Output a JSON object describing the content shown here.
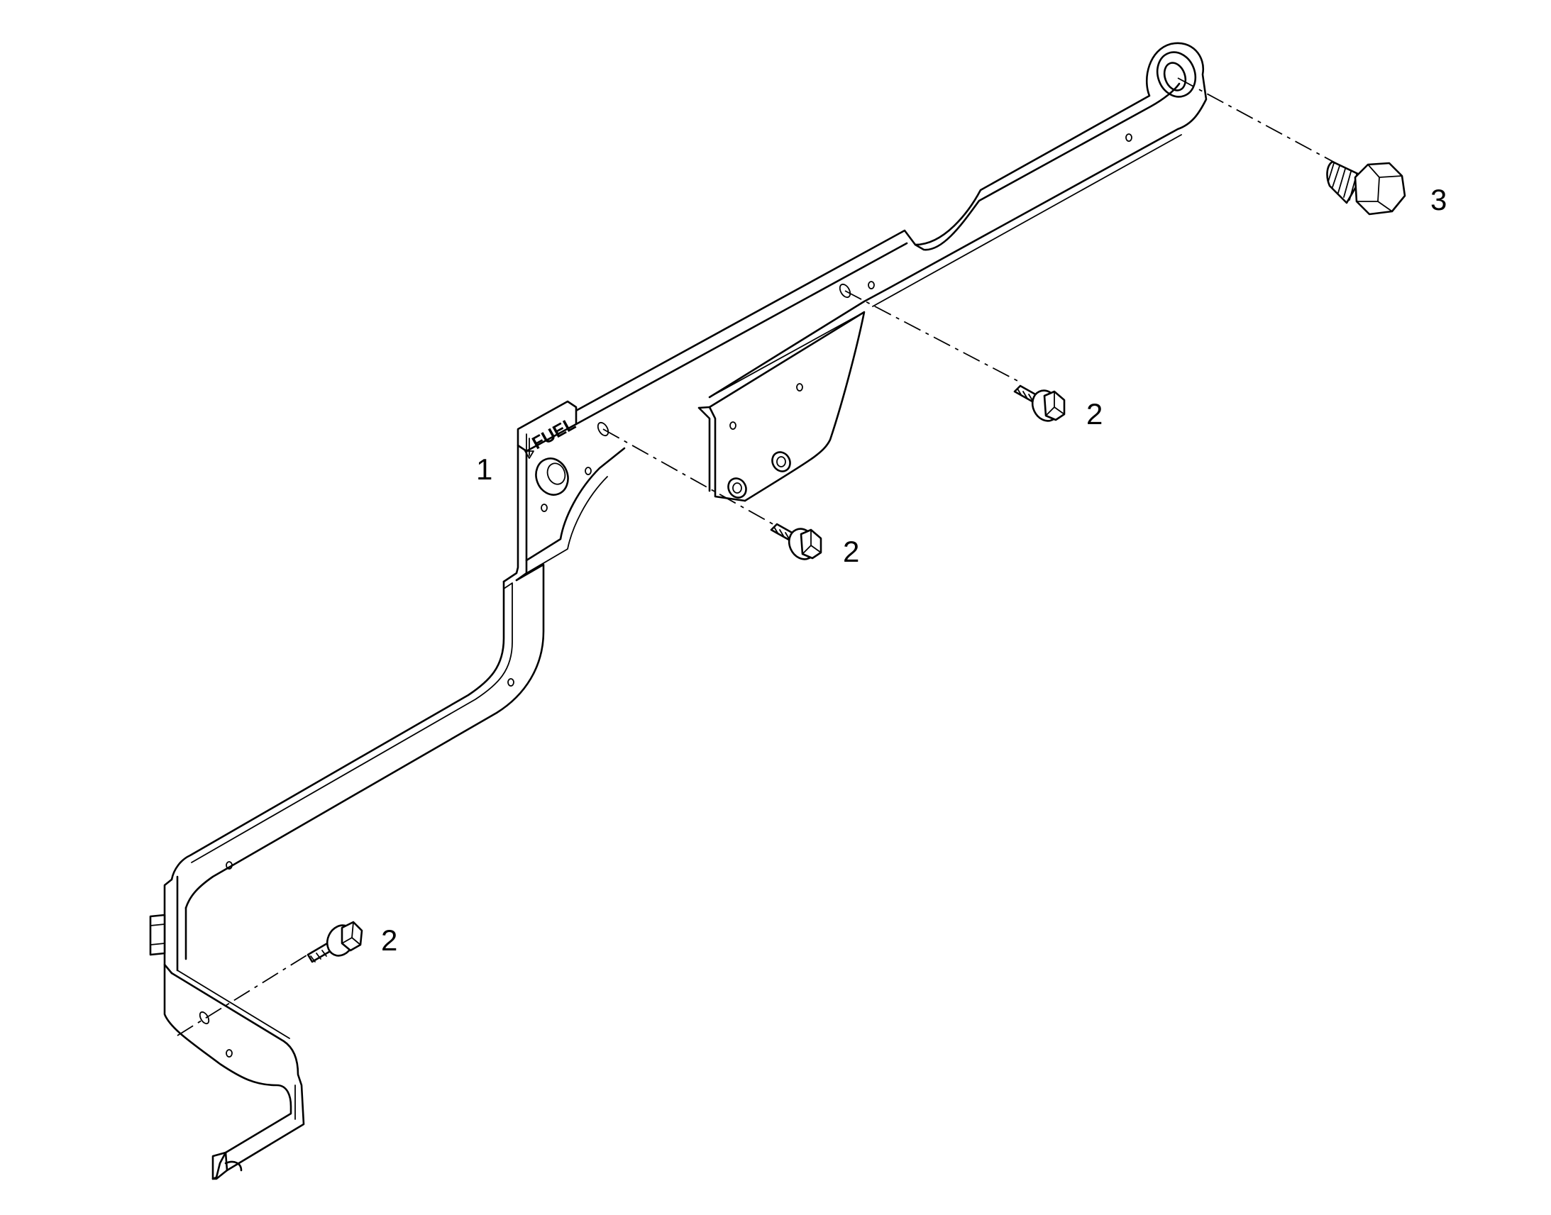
{
  "callouts": {
    "part_1": "1",
    "part_2_upper_right": "2",
    "part_2_center": "2",
    "part_2_lower_left": "2",
    "part_3": "3"
  },
  "stamp": {
    "text": "FUEL"
  },
  "icons": {
    "bracket": "fuel-line-bracket",
    "flange_bolt": "hex-flange-bolt-icon",
    "hex_bolt": "hex-head-bolt-icon"
  },
  "colors": {
    "line": "#000000",
    "background": "#ffffff"
  }
}
